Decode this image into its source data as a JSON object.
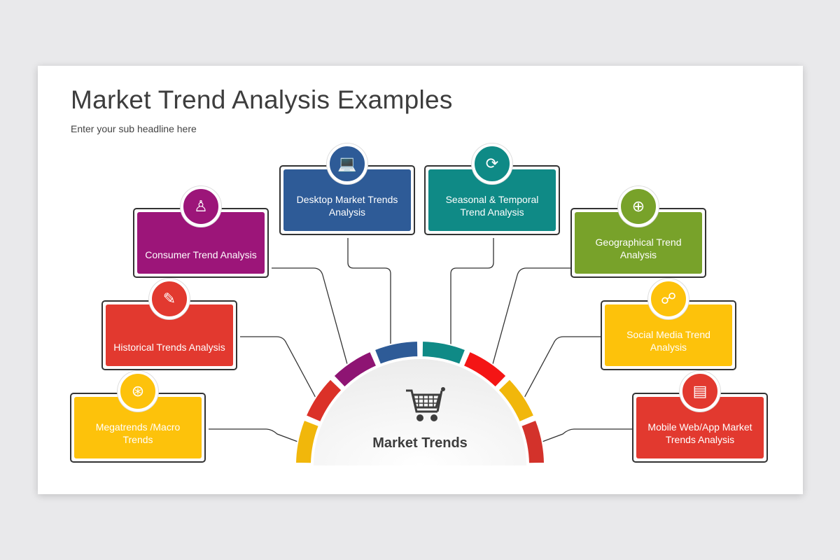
{
  "title": "Market Trend Analysis Examples",
  "subtitle": "Enter your sub headline here",
  "center": {
    "label": "Market Trends",
    "icon": "shopping-cart-icon"
  },
  "items": [
    {
      "label": "Desktop Market Trends Analysis",
      "icon": "laptop-chart-icon",
      "color": "#2e5b97"
    },
    {
      "label": "Seasonal & Temporal Trend Analysis",
      "icon": "clock-cycle-icon",
      "color": "#0f8a86"
    },
    {
      "label": "Consumer Trend Analysis",
      "icon": "businessman-icon",
      "color": "#9c1579"
    },
    {
      "label": "Geographical Trend Analysis",
      "icon": "globe-pin-icon",
      "color": "#78a22a"
    },
    {
      "label": "Historical Trends Analysis",
      "icon": "document-pen-icon",
      "color": "#e2392f"
    },
    {
      "label": "Social Media Trend Analysis",
      "icon": "social-network-icon",
      "color": "#fdc20b"
    },
    {
      "label": "Megatrends /Macro Trends",
      "icon": "globe-arrows-icon",
      "color": "#fdc20b"
    },
    {
      "label": "Mobile Web/App Market Trends Analysis",
      "icon": "mobile-web-icon",
      "color": "#e2392f"
    }
  ],
  "arc_colors": [
    "#f1b70b",
    "#db3128",
    "#8e1473",
    "#2e5b97",
    "#0f8a86",
    "#f41515",
    "#f1b70b",
    "#d3322b"
  ]
}
